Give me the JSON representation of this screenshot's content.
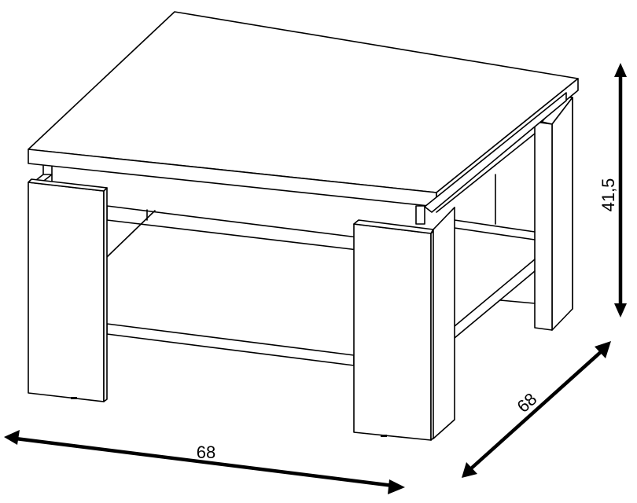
{
  "figure": {
    "subject": "Square coffee table with lower shelf, isometric line drawing",
    "line_color": "#000000",
    "background_color": "#ffffff"
  },
  "dimensions": {
    "width": {
      "label": "68",
      "orientation": "front-horizontal"
    },
    "depth": {
      "label": "68",
      "orientation": "diagonal-right"
    },
    "height": {
      "label": "41,5",
      "orientation": "vertical-right"
    }
  }
}
